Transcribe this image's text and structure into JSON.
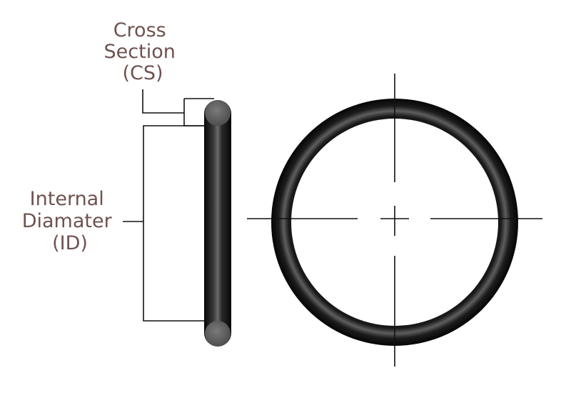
{
  "labels": {
    "cross_section": [
      "Cross",
      "Section",
      "(CS)"
    ],
    "internal_diameter": [
      "Internal",
      "Diamater",
      "(ID)"
    ]
  },
  "colors": {
    "label_text": "#6e5250",
    "ring": "#0d0d0d",
    "ring_highlight": "#5a5a5a",
    "cross_section_fill": "#5c5c5c",
    "lines": "#111111"
  }
}
